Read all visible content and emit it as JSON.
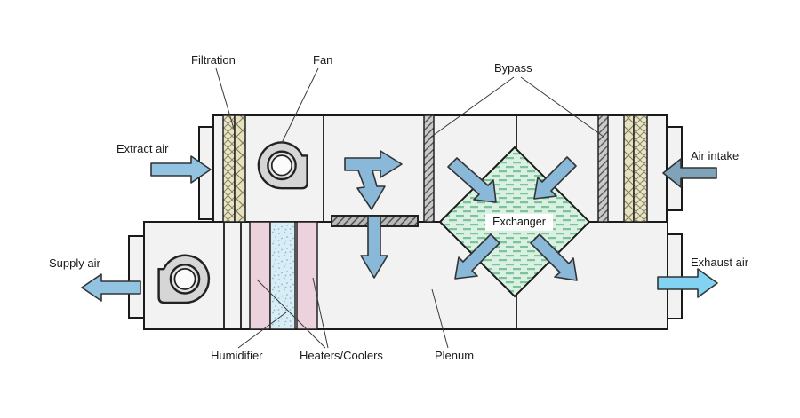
{
  "labels": {
    "filtration": "Filtration",
    "fan": "Fan",
    "bypass": "Bypass",
    "extract_air": "Extract air",
    "air_intake": "Air intake",
    "supply_air": "Supply air",
    "exhaust_air": "Exhaust air",
    "exchanger": "Exchanger",
    "humidifier": "Humidifier",
    "heaters_coolers": "Heaters/Coolers",
    "plenum": "Plenum"
  },
  "colors": {
    "duct_fill": "#f2f2f2",
    "outline": "#1a1a1a",
    "extract_supply_arrow": "#92c4e2",
    "intake_arrow": "#7fa3b8",
    "exhaust_arrow": "#82d2f2",
    "flow_arrow": "#8ab8d8",
    "exchanger_fill": "#d9f0e2",
    "exchanger_dash": "#7cc39a",
    "filter_fill": "#e8e4c6",
    "bypass_fill": "#c9c9c9",
    "damper_fill": "#bdbdbd",
    "heater_fill": "#ecd2dc",
    "humidifier_fill": "#d8edf6",
    "fan_body": "#d6d6d6"
  }
}
